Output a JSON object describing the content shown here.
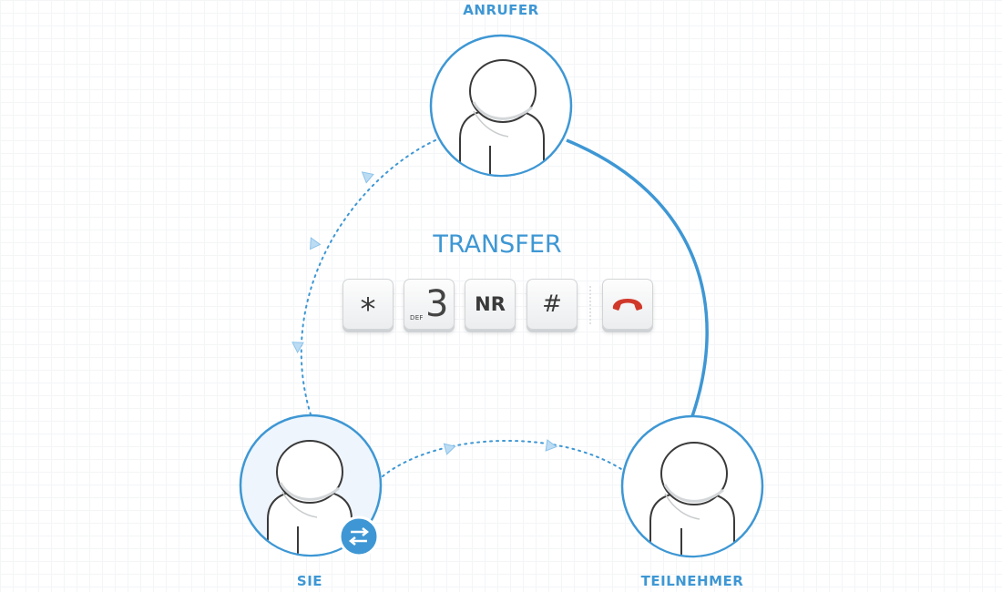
{
  "diagram": {
    "title": "TRANSFER",
    "participants": {
      "caller": "ANRUFER",
      "you": "SIE",
      "participant": "TEILNEHMER"
    },
    "keys": [
      {
        "id": "star",
        "label": "*"
      },
      {
        "id": "three",
        "label": "3",
        "sub": "DEF"
      },
      {
        "id": "number",
        "label": "NR"
      },
      {
        "id": "hash",
        "label": "#"
      },
      {
        "id": "hangup",
        "icon": "phone-hangup-icon"
      }
    ],
    "badge_icon": "transfer-arrows-icon",
    "colors": {
      "accent": "#3e97d4",
      "hangup": "#d0382a",
      "avatar_fill": "#ffffff",
      "you_fill": "#eef5fc"
    }
  }
}
